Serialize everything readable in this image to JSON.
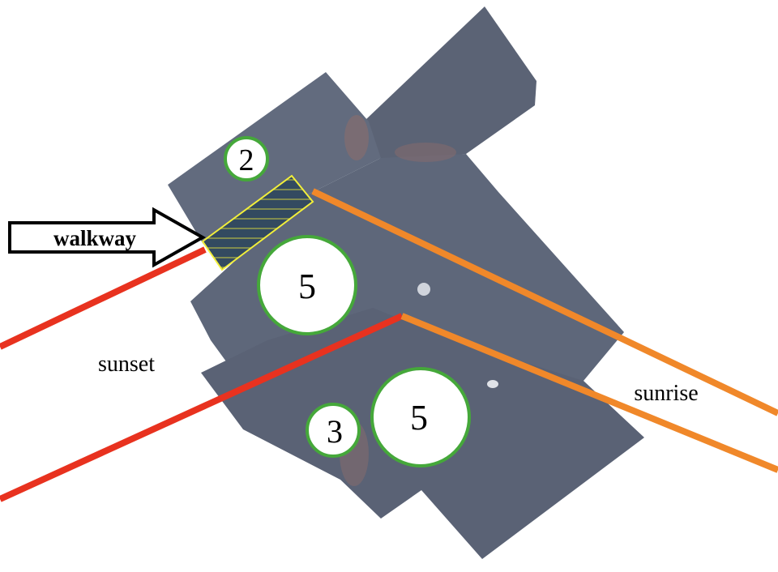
{
  "labels": {
    "walkway": "walkway",
    "sunset": "sunset",
    "sunrise": "sunrise"
  },
  "markers": [
    {
      "id": "marker-2",
      "value": "2"
    },
    {
      "id": "marker-5-upper",
      "value": "5"
    },
    {
      "id": "marker-5-lower",
      "value": "5"
    },
    {
      "id": "marker-3",
      "value": "3"
    }
  ],
  "colors": {
    "roof": "#5d6679",
    "roof_dark": "#4f586b",
    "sunset_line": "#e8321f",
    "sunrise_line": "#f0882a",
    "marker_ring": "#45a83a",
    "walkway_fill": "#334a60",
    "walkway_border": "#f2ef3a"
  }
}
